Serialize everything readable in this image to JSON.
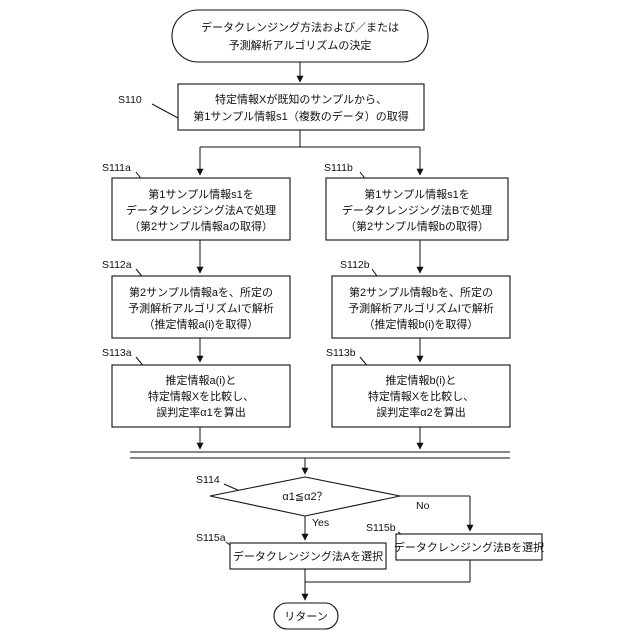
{
  "flowchart": {
    "start": {
      "lines": [
        "データクレンジング方法および／または",
        "予測解析アルゴリズムの決定"
      ]
    },
    "s110": {
      "label": "S110",
      "lines": [
        "特定情報Xが既知のサンプルから、",
        "第1サンプル情報s1（複数のデータ）の取得"
      ]
    },
    "s111a": {
      "label": "S111a",
      "lines": [
        "第1サンプル情報s1を",
        "データクレンジング法Aで処理",
        "（第2サンプル情報aの取得）"
      ]
    },
    "s111b": {
      "label": "S111b",
      "lines": [
        "第1サンプル情報s1を",
        "データクレンジング法Bで処理",
        "（第2サンプル情報bの取得）"
      ]
    },
    "s112a": {
      "label": "S112a",
      "lines": [
        "第2サンプル情報aを、所定の",
        "予測解析アルゴリズムIで解析",
        "（推定情報a(i)を取得）"
      ]
    },
    "s112b": {
      "label": "S112b",
      "lines": [
        "第2サンプル情報bを、所定の",
        "予測解析アルゴリズムIで解析",
        "（推定情報b(i)を取得）"
      ]
    },
    "s113a": {
      "label": "S113a",
      "lines": [
        "推定情報a(i)と",
        "特定情報Xを比較し、",
        "誤判定率α1を算出"
      ]
    },
    "s113b": {
      "label": "S113b",
      "lines": [
        "推定情報b(i)と",
        "特定情報Xを比較し、",
        "誤判定率α2を算出"
      ]
    },
    "s114": {
      "label": "S114",
      "lines": [
        "α1≦α2？"
      ]
    },
    "s115a": {
      "label": "S115a",
      "lines": [
        "データクレンジング法Aを選択"
      ]
    },
    "s115b": {
      "label": "S115b",
      "lines": [
        "データクレンジング法Bを選択"
      ]
    },
    "end": {
      "lines": [
        "リターン"
      ]
    },
    "yes_label": "Yes",
    "no_label": "No"
  }
}
